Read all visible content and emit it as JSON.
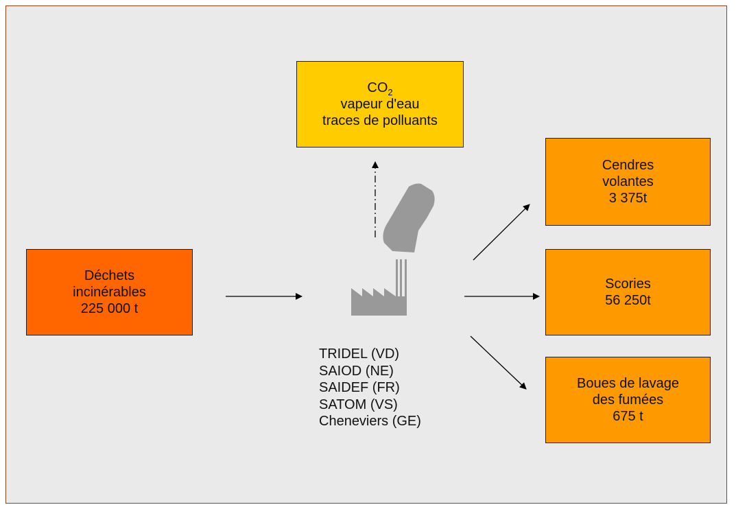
{
  "input": {
    "line1": "Déchets",
    "line2": "incinérables",
    "line3": "225 000 t"
  },
  "emissions": {
    "co2_main": "CO",
    "co2_sub": "2",
    "line2": "vapeur d'eau",
    "line3": "traces de polluants"
  },
  "outputs": [
    {
      "line1": "Cendres",
      "line2": "volantes",
      "line3": "3 375t"
    },
    {
      "line1": "Scories",
      "line2": "56 250t"
    },
    {
      "line1": "Boues de lavage",
      "line2": "des fumées",
      "line3": "675 t"
    }
  ],
  "plants": [
    "TRIDEL (VD)",
    "SAIOD (NE)",
    "SAIDEF (FR)",
    "SATOM (VS)",
    "Cheneviers (GE)"
  ],
  "colors": {
    "background": "#eaeaea",
    "border": "#8b4513",
    "input_box": "#ff6600",
    "emission_box": "#ffcc00",
    "output_box": "#ff9900",
    "factory": "#999999"
  },
  "icons": [
    "factory-icon",
    "smoke-icon"
  ]
}
